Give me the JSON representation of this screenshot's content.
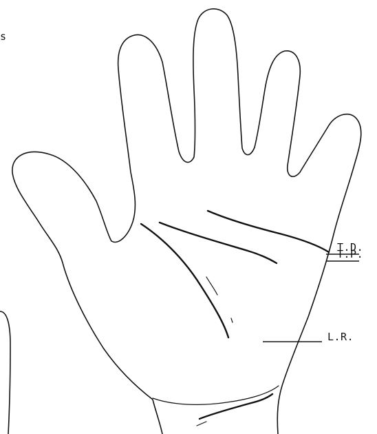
{
  "corner_text": "s",
  "labels": {
    "td": "T.D.",
    "tp": "T.P.",
    "lr": "L.R."
  },
  "colors": {
    "ink": "#111111",
    "paper": "#ffffff"
  }
}
